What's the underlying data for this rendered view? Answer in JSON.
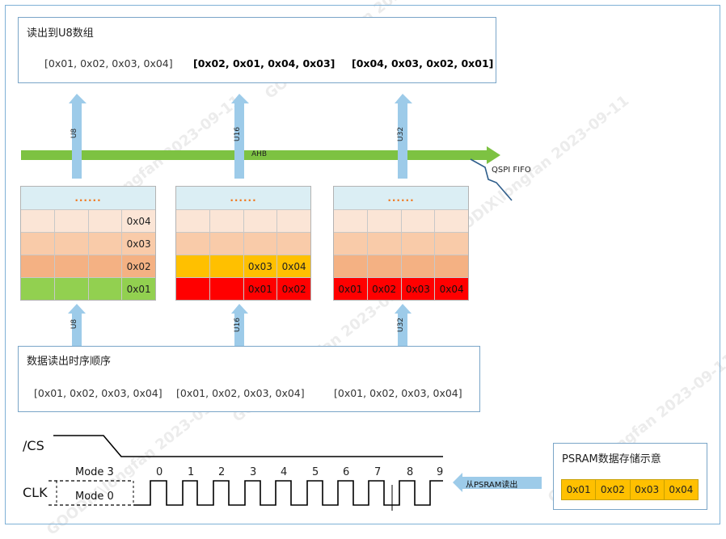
{
  "top_box": {
    "title": "读出到U8数组",
    "results": [
      "[0x01, 0x02, 0x03, 0x04]",
      "[0x02, 0x01, 0x04, 0x03]",
      "[0x04, 0x03, 0x02, 0x01]"
    ]
  },
  "bus": {
    "ahb_label": "AHB",
    "fifo_label": "QSPI FIFO"
  },
  "arrow_labels": {
    "u8": "U8",
    "u16": "U16",
    "u32": "U32"
  },
  "fifo_top_label": "......",
  "fifos": [
    {
      "rows": [
        [
          "",
          "",
          "",
          "0x04"
        ],
        [
          "",
          "",
          "",
          "0x03"
        ],
        [
          "",
          "",
          "",
          "0x02"
        ],
        [
          "",
          "",
          "",
          "0x01"
        ]
      ]
    },
    {
      "rows": [
        [
          "",
          "",
          "",
          ""
        ],
        [
          "",
          "",
          "",
          ""
        ],
        [
          "",
          "",
          "0x03",
          "0x04"
        ],
        [
          "",
          "",
          "0x01",
          "0x02"
        ]
      ]
    },
    {
      "rows": [
        [
          "",
          "",
          "",
          ""
        ],
        [
          "",
          "",
          "",
          ""
        ],
        [
          "",
          "",
          "",
          ""
        ],
        [
          "0x01",
          "0x02",
          "0x03",
          "0x04"
        ]
      ]
    }
  ],
  "bottom_box": {
    "title": "数据读出时序顺序",
    "sequences": [
      "[0x01, 0x02, 0x03, 0x04]",
      "[0x01, 0x02, 0x03, 0x04]",
      "[0x01, 0x02, 0x03, 0x04]"
    ]
  },
  "timing": {
    "cs_label": "/CS",
    "clk_label": "CLK",
    "mode3": "Mode 3",
    "mode0": "Mode 0",
    "clock_numbers": [
      "0",
      "1",
      "2",
      "3",
      "4",
      "5",
      "6",
      "7",
      "8",
      "9"
    ]
  },
  "read_from_psram": "从PSRAM读出",
  "psram": {
    "title": "PSRAM数据存储示意",
    "bytes": [
      "0x01",
      "0x02",
      "0x03",
      "0x04"
    ]
  },
  "watermark": "GOODIX\\longfan  2023-09-11",
  "colors": {
    "arrow_blue": "#9dcbe9",
    "ahb_green": "#7dc242",
    "fifo_head": "#dbeef4",
    "peach_light": "#fbe5d6",
    "peach": "#f9cba9",
    "peach_dark": "#f4b183",
    "green": "#92d050",
    "orange": "#ffc000",
    "red": "#ff0000",
    "psram_orange": "#ffc000"
  }
}
